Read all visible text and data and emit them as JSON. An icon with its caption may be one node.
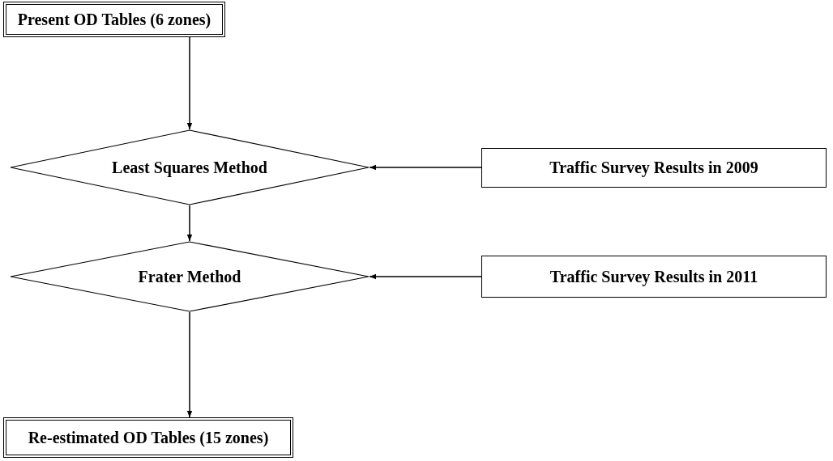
{
  "diagram": {
    "nodes": [
      {
        "text": [
          "Present OD Tables (6 zones)"
        ]
      },
      {
        "text": [
          "Least Squares Method"
        ]
      },
      {
        "text": [
          "Traffic Survey Results in 2009"
        ]
      },
      {
        "text": [
          "Frater Method"
        ]
      },
      {
        "text": [
          "Traffic Survey Results in 2011"
        ]
      },
      {
        "text": [
          "Re-estimated OD Tables (15 zones)"
        ]
      }
    ],
    "edges": [
      {
        "from": 0,
        "to": 1,
        "arrow": "to"
      },
      {
        "from": 2,
        "to": 1,
        "arrow": "to"
      },
      {
        "from": 1,
        "to": 3,
        "arrow": "to"
      },
      {
        "from": 4,
        "to": 3,
        "arrow": "to"
      },
      {
        "from": 3,
        "to": 5,
        "arrow": "to"
      }
    ]
  }
}
